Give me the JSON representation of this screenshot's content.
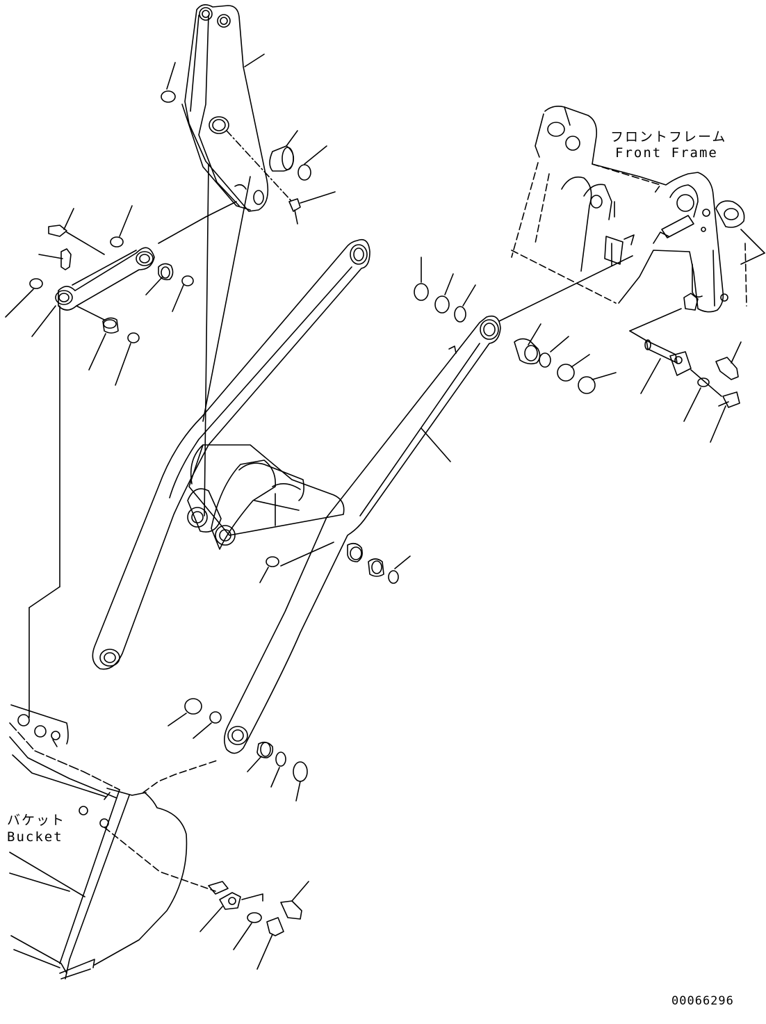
{
  "labels": {
    "front_frame_jp": "フロントフレーム",
    "front_frame_en": "Front Frame",
    "bucket_jp": "バケット",
    "bucket_en": "Bucket"
  },
  "drawing_number": "00066296",
  "colors": {
    "line": "#000000",
    "background": "#ffffff"
  }
}
